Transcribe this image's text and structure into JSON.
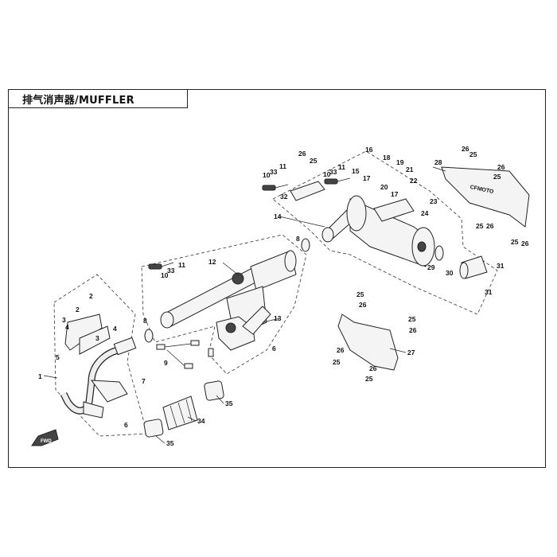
{
  "title": "排气消声器/MUFFLER",
  "fwd_label": "FWD",
  "brand_text": "CFMOTO",
  "labels": [
    "1",
    "2",
    "3",
    "4",
    "5",
    "6",
    "7",
    "8",
    "9",
    "10",
    "11",
    "12",
    "13",
    "14",
    "15",
    "16",
    "17",
    "18",
    "19",
    "20",
    "21",
    "22",
    "23",
    "24",
    "25",
    "26",
    "27",
    "28",
    "29",
    "30",
    "31",
    "32",
    "33",
    "34",
    "35"
  ]
}
